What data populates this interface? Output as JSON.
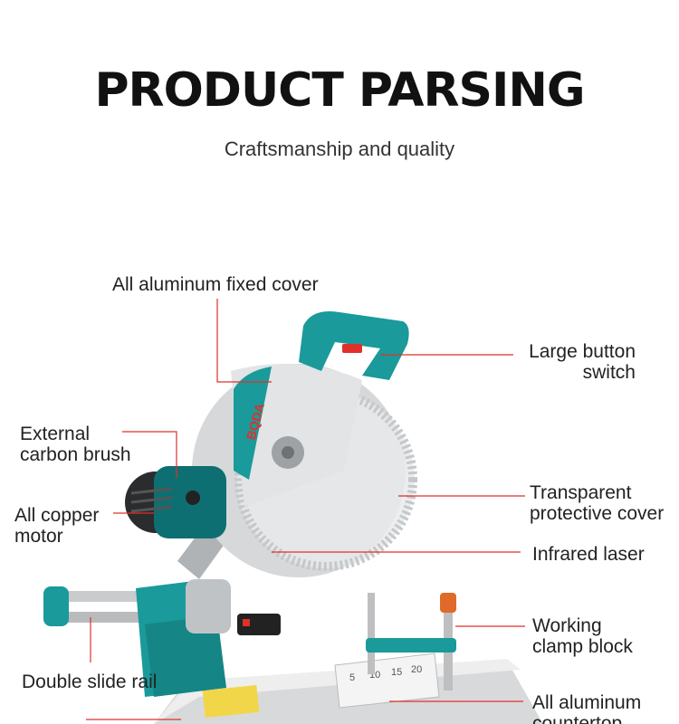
{
  "header": {
    "title": "PRODUCT PARSING",
    "subtitle": "Craftsmanship and quality"
  },
  "product": {
    "brand_logo_text": "BQDA",
    "scale_marks": [
      "5",
      "10",
      "15",
      "20"
    ]
  },
  "callouts": {
    "fixed_cover": "All aluminum fixed cover",
    "button_switch_line1": "Large button",
    "button_switch_line2": "switch",
    "carbon_brush_line1": "External",
    "carbon_brush_line2": "carbon brush",
    "copper_motor_line1": "All copper",
    "copper_motor_line2": "motor",
    "protective_cover_line1": "Transparent",
    "protective_cover_line2": "protective cover",
    "infrared_laser": "Infrared laser",
    "clamp_block_line1": "Working",
    "clamp_block_line2": "clamp block",
    "slide_rail": "Double slide rail",
    "countertop_line1": "All aluminum",
    "countertop_line2": "countertop"
  },
  "colors": {
    "accent_line": "#e0302a",
    "teal": "#1a9a9a",
    "dark_teal": "#0e6f72"
  }
}
